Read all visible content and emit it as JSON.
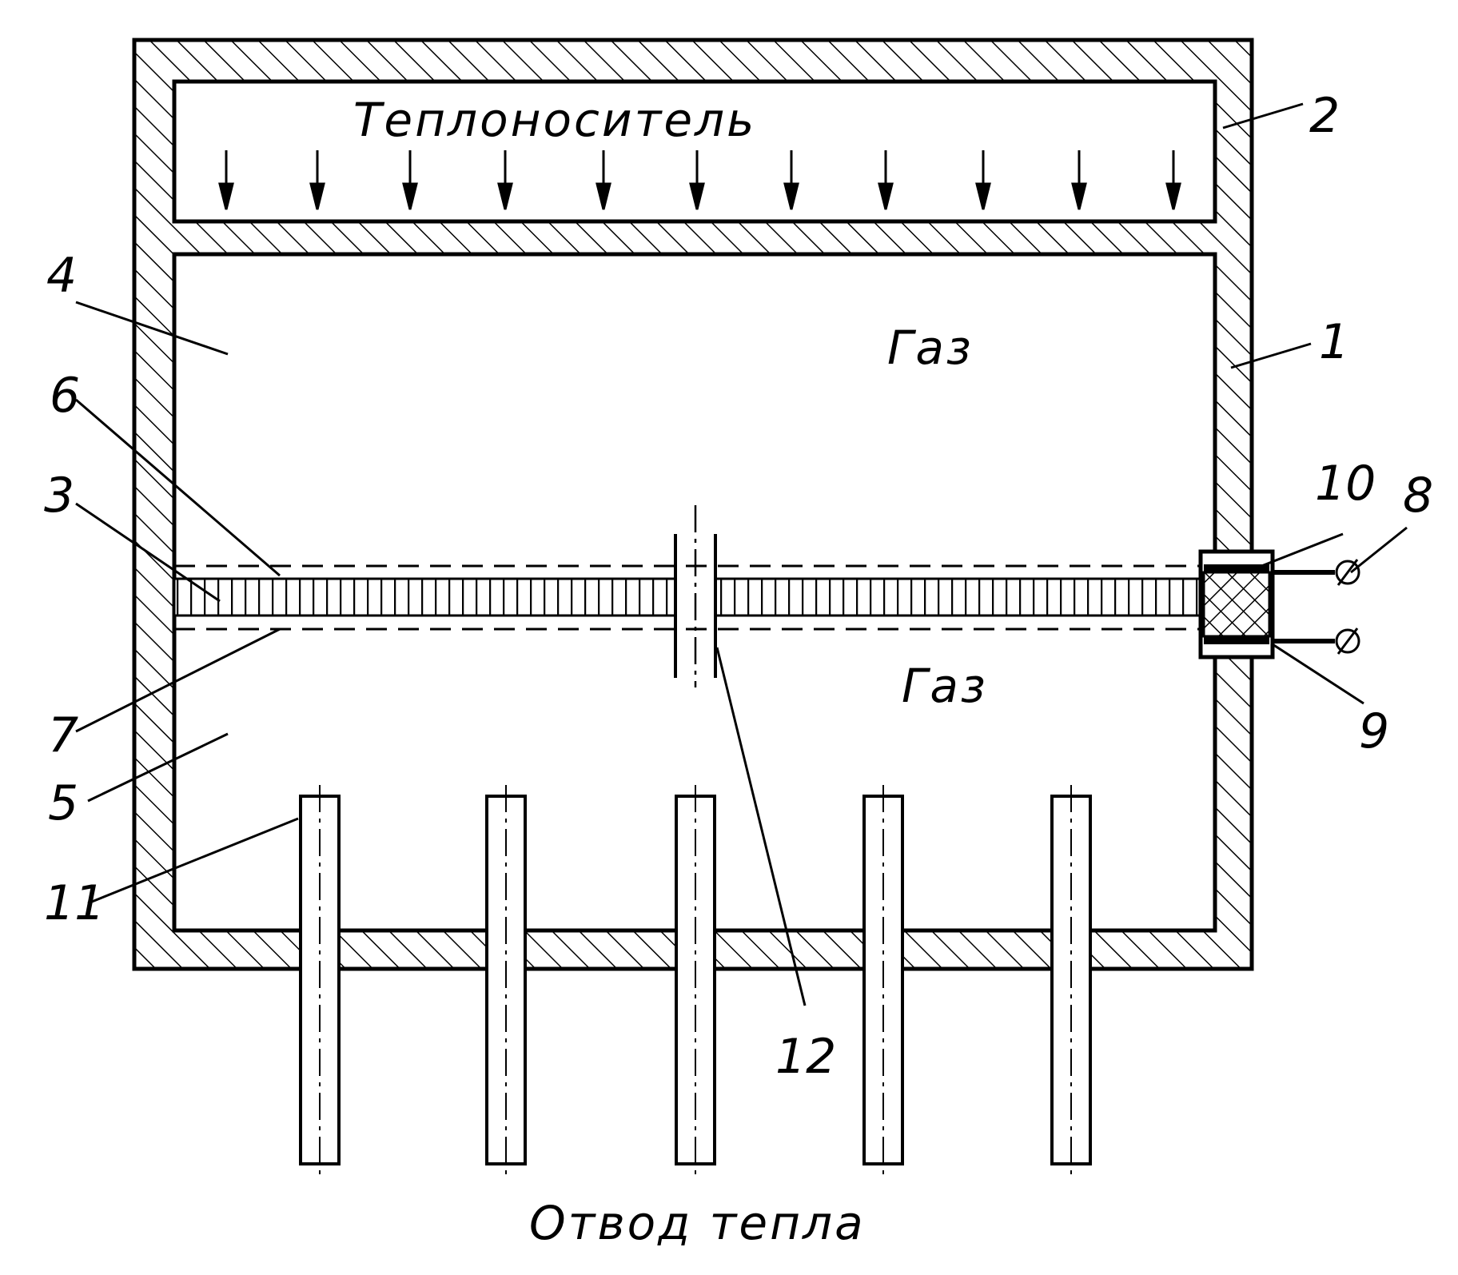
{
  "labels": {
    "coolant": "Теплоноситель",
    "gas_top": "Газ",
    "gas_bottom": "Газ",
    "heat_removal": "Отвод тепла"
  },
  "callouts": [
    "1",
    "2",
    "3",
    "4",
    "5",
    "6",
    "7",
    "8",
    "9",
    "10",
    "11",
    "12"
  ],
  "colors": {
    "ink": "#000000",
    "paper": "#ffffff"
  }
}
